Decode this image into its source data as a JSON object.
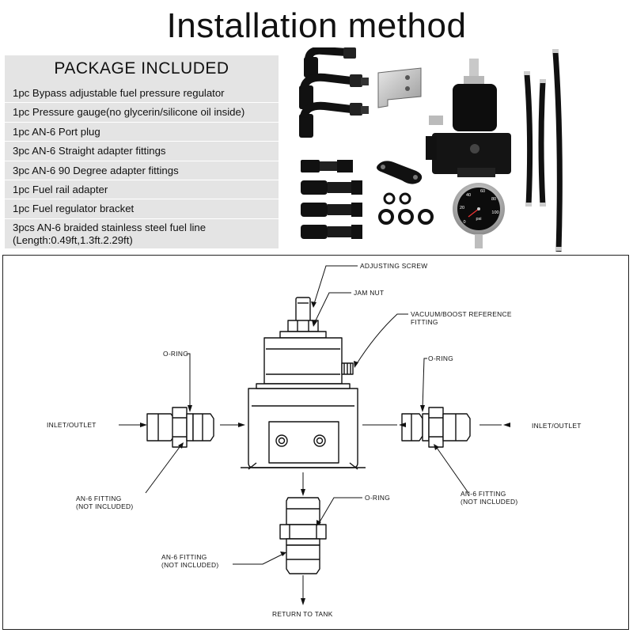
{
  "title": "Installation method",
  "package": {
    "heading": "PACKAGE INCLUDED",
    "items": [
      "1pc Bypass adjustable fuel pressure regulator",
      "1pc Pressure gauge(no glycerin/silicone oil inside)",
      "1pc AN-6 Port plug",
      "3pc AN-6 Straight adapter fittings",
      "3pc AN-6 90 Degree adapter fittings",
      "1pc Fuel rail adapter",
      "1pc Fuel regulator bracket",
      "3pcs AN-6 braided stainless steel fuel line (Length:0.49ft,1.3ft.2.29ft)"
    ]
  },
  "gauge": {
    "ticks": [
      "0",
      "20",
      "40",
      "60",
      "80",
      "100"
    ],
    "unit": "psi"
  },
  "diagram": {
    "adjusting_screw": "ADJUSTING SCREW",
    "jam_nut": "JAM NUT",
    "vacuum_line1": "VACUUM/BOOST REFERENCE",
    "vacuum_line2": "FITTING",
    "oring_left": "O-RING",
    "oring_right": "O-RING",
    "oring_bottom": "O-RING",
    "inlet_left": "INLET/OUTLET",
    "inlet_right": "INLET/OUTLET",
    "an6_left_1": "AN-6 FITTING",
    "an6_left_2": "(NOT INCLUDED)",
    "an6_right_1": "AN-6 FITTING",
    "an6_right_2": "(NOT INCLUDED)",
    "an6_bottom_1": "AN-6 FITTING",
    "an6_bottom_2": "(NOT INCLUDED)",
    "return": "RETURN TO TANK"
  }
}
